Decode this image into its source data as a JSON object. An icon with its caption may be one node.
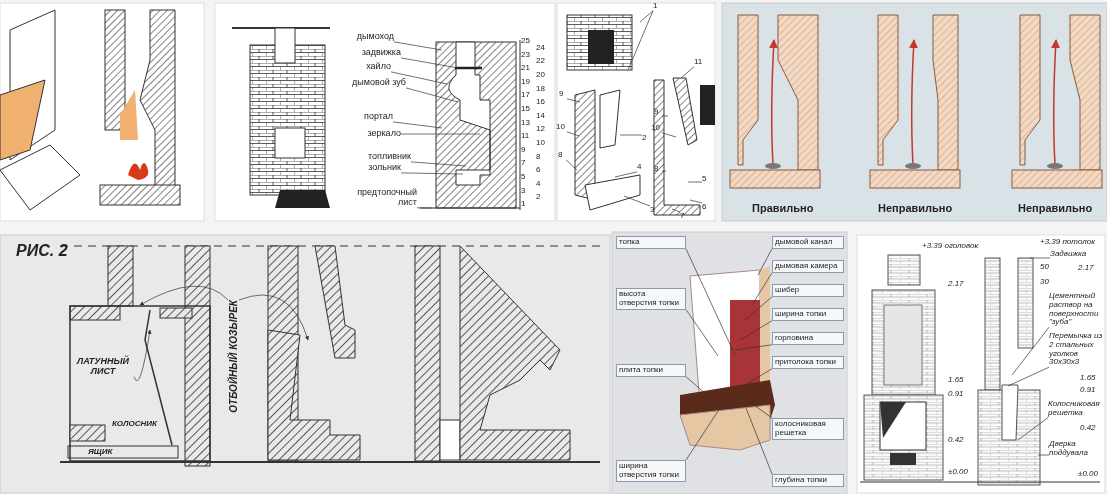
{
  "diagram": {
    "nodes": [
      {
        "text": [
          "дымоход"
        ]
      },
      {
        "text": [
          "задвижка"
        ]
      },
      {
        "text": [
          "хайло"
        ]
      },
      {
        "text": [
          "дымовой зуб"
        ]
      },
      {
        "text": [
          "портал"
        ]
      },
      {
        "text": [
          "зеркало"
        ]
      },
      {
        "text": [
          "топливник"
        ]
      },
      {
        "text": [
          "зольник"
        ]
      },
      {
        "text": [
          "предтопочный лист"
        ]
      },
      {
        "text": [
          "1"
        ]
      },
      {
        "text": [
          "9"
        ]
      },
      {
        "text": [
          "10"
        ]
      },
      {
        "text": [
          "8"
        ]
      },
      {
        "text": [
          "2"
        ]
      },
      {
        "text": [
          "4"
        ]
      },
      {
        "text": [
          "3"
        ]
      },
      {
        "text": [
          "11"
        ]
      },
      {
        "text": [
          "9"
        ]
      },
      {
        "text": [
          "10"
        ]
      },
      {
        "text": [
          "8"
        ]
      },
      {
        "text": [
          "5"
        ]
      },
      {
        "text": [
          "6"
        ]
      },
      {
        "text": [
          "7"
        ]
      },
      {
        "text": [
          "ЛАТУННЫЙ ЛИСТ"
        ]
      },
      {
        "text": [
          "ОТБОЙНЫЙ КОЗЫРЕК"
        ]
      },
      {
        "text": [
          "топка"
        ]
      },
      {
        "text": [
          "дымовой канал"
        ]
      },
      {
        "text": [
          "дымовая камера"
        ]
      },
      {
        "text": [
          "высота отверстия топки"
        ]
      },
      {
        "text": [
          "шибер"
        ]
      },
      {
        "text": [
          "ширина топки"
        ]
      },
      {
        "text": [
          "горловина"
        ]
      },
      {
        "text": [
          "плита топки"
        ]
      },
      {
        "text": [
          "притолока топки"
        ]
      },
      {
        "text": [
          "колосниковая решетка"
        ]
      },
      {
        "text": [
          "ширина отверстия топки"
        ]
      },
      {
        "text": [
          "глубина топки"
        ]
      },
      {
        "text": [
          "Задвижка"
        ]
      },
      {
        "text": [
          "Цементный раствор на поверхности \"зуба\""
        ]
      },
      {
        "text": [
          "Перемычка из 2 стальных уголков 30х30х3"
        ]
      },
      {
        "text": [
          "Колосниковая решетка"
        ]
      },
      {
        "text": [
          "Дверка поддувала"
        ]
      }
    ],
    "edges": [
      {
        "from": 0,
        "to": null,
        "arrow": "none"
      },
      {
        "from": 1,
        "to": null,
        "arrow": "none"
      },
      {
        "from": 2,
        "to": null,
        "arrow": "none"
      },
      {
        "from": 3,
        "to": null,
        "arrow": "none"
      },
      {
        "from": 4,
        "to": null,
        "arrow": "none"
      },
      {
        "from": 5,
        "to": null,
        "arrow": "none"
      },
      {
        "from": 6,
        "to": null,
        "arrow": "none"
      },
      {
        "from": 7,
        "to": null,
        "arrow": "none"
      },
      {
        "from": 8,
        "to": null,
        "arrow": "none"
      },
      {
        "from": 9,
        "to": null,
        "arrow": "none"
      },
      {
        "from": 9,
        "to": null,
        "arrow": "none"
      },
      {
        "from": 10,
        "to": null,
        "arrow": "none"
      },
      {
        "from": 11,
        "to": null,
        "arrow": "none"
      },
      {
        "from": 12,
        "to": null,
        "arrow": "none"
      },
      {
        "from": 13,
        "to": null,
        "arrow": "none"
      },
      {
        "from": 14,
        "to": null,
        "arrow": "none"
      },
      {
        "from": 15,
        "to": null,
        "arrow": "none"
      },
      {
        "from": 16,
        "to": null,
        "arrow": "none"
      },
      {
        "from": 17,
        "to": null,
        "arrow": "none"
      },
      {
        "from": 18,
        "to": null,
        "arrow": "none"
      },
      {
        "from": 19,
        "to": null,
        "arrow": "none"
      },
      {
        "from": 20,
        "to": null,
        "arrow": "none"
      },
      {
        "from": 21,
        "to": null,
        "arrow": "none"
      },
      {
        "from": 22,
        "to": null,
        "arrow": "none"
      },
      {
        "from": 23,
        "to": null,
        "arrow": "to"
      },
      {
        "from": 24,
        "to": null,
        "arrow": "to"
      },
      {
        "from": 24,
        "to": null,
        "arrow": "to"
      },
      {
        "from": 25,
        "to": null,
        "arrow": "none"
      },
      {
        "from": 26,
        "to": null,
        "arrow": "none"
      },
      {
        "from": 27,
        "to": null,
        "arrow": "none"
      },
      {
        "from": 28,
        "to": null,
        "arrow": "none"
      },
      {
        "from": 29,
        "to": null,
        "arrow": "none"
      },
      {
        "from": 30,
        "to": null,
        "arrow": "none"
      },
      {
        "from": 31,
        "to": null,
        "arrow": "none"
      },
      {
        "from": 32,
        "to": null,
        "arrow": "none"
      },
      {
        "from": 33,
        "to": null,
        "arrow": "none"
      },
      {
        "from": 34,
        "to": null,
        "arrow": "none"
      },
      {
        "from": 35,
        "to": null,
        "arrow": "none"
      },
      {
        "from": 36,
        "to": null,
        "arrow": "none"
      },
      {
        "from": 37,
        "to": null,
        "arrow": "none"
      },
      {
        "from": 38,
        "to": null,
        "arrow": "none"
      },
      {
        "from": 39,
        "to": null,
        "arrow": "none"
      },
      {
        "from": 40,
        "to": null,
        "arrow": "none"
      },
      {
        "from": 41,
        "to": null,
        "arrow": "none"
      }
    ],
    "labels": [
      "25",
      "24",
      "23",
      "22",
      "21",
      "20",
      "19",
      "18",
      "17",
      "16",
      "15",
      "14",
      "13",
      "12",
      "11",
      "10",
      "9",
      "8",
      "7",
      "6",
      "5",
      "4",
      "3",
      "2",
      "1",
      "Правильно",
      "Неправильно",
      "Неправильно",
      "РИС. 2",
      "КОЛОСНИК",
      "ЯЩИК",
      "+3.39 оголовок",
      "2.17",
      "1.65",
      "0.91",
      "0.42",
      "±0.00",
      "+3.39 потолок",
      "50",
      "2.17",
      "30",
      "1.65",
      "0.91",
      "0.42",
      "±0.00"
    ]
  }
}
